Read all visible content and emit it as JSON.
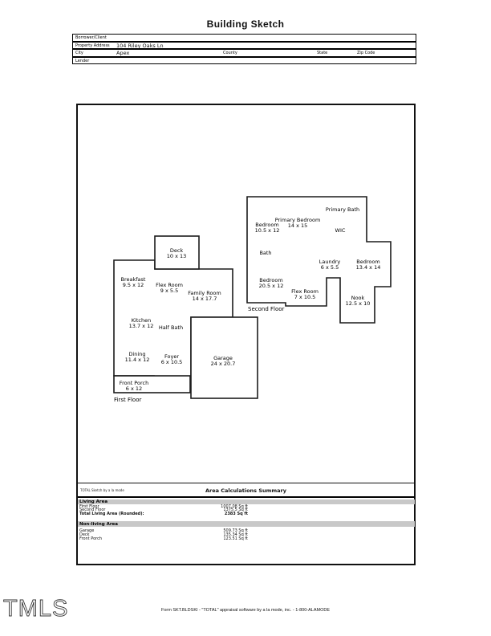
{
  "page_title": "Building Sketch",
  "form": {
    "borrower_label": "Borrower/Client",
    "property_label": "Property Address",
    "property_value": "104 Riley Oaks Ln",
    "city_label": "City",
    "city_value": "Apex",
    "county_label": "County",
    "state_label": "State",
    "zip_label": "Zip Code",
    "lender_label": "Lender"
  },
  "sketch": {
    "first_floor": {
      "label": "First Floor",
      "rooms": [
        {
          "name": "Deck",
          "dims": "10 x 13"
        },
        {
          "name": "Breakfast",
          "dims": "9.5 x 12"
        },
        {
          "name": "Flex Room",
          "dims": "9 x 5.5"
        },
        {
          "name": "Family Room",
          "dims": "14 x 17.7"
        },
        {
          "name": "Kitchen",
          "dims": "13.7 x 12"
        },
        {
          "name": "Half Bath",
          "dims": ""
        },
        {
          "name": "Dining",
          "dims": "11.4 x 12"
        },
        {
          "name": "Foyer",
          "dims": "6 x 10.5"
        },
        {
          "name": "Garage",
          "dims": "24 x 20.7"
        },
        {
          "name": "Front Porch",
          "dims": "6 x 12"
        }
      ]
    },
    "second_floor": {
      "label": "Second Floor",
      "rooms": [
        {
          "name": "Primary Bath",
          "dims": ""
        },
        {
          "name": "Primary Bedroom",
          "dims": "14 x 15"
        },
        {
          "name": "Bedroom",
          "dims": "10.5 x 12"
        },
        {
          "name": "WIC",
          "dims": ""
        },
        {
          "name": "Bath",
          "dims": ""
        },
        {
          "name": "Laundry",
          "dims": "6 x 5.5"
        },
        {
          "name": "Bedroom",
          "dims": "13.4 x 14"
        },
        {
          "name": "Bedroom",
          "dims": "20.5 x 12"
        },
        {
          "name": "Flex Room",
          "dims": "7 x 10.5"
        },
        {
          "name": "Nook",
          "dims": "12.5 x 10"
        }
      ]
    }
  },
  "summary": {
    "watermark": "TOTAL Sketch by a la mode",
    "title": "Area Calculations Summary",
    "living": {
      "header": "Living Area",
      "rows": [
        {
          "label": "First Floor",
          "value": "1007.08 Sq ft"
        },
        {
          "label": "Second Floor",
          "value": "1375.5 Sq ft"
        },
        {
          "label": "Total Living Area (Rounded):",
          "value": "2383 Sq ft"
        }
      ]
    },
    "nonliving": {
      "header": "Non-living Area",
      "rows": [
        {
          "label": "Garage",
          "value": "509.73 Sq ft"
        },
        {
          "label": "Deck",
          "value": "135.34 Sq ft"
        },
        {
          "label": "Front Porch",
          "value": "123.51 Sq ft"
        }
      ]
    }
  },
  "footer": {
    "logo": "TMLS",
    "form_line": "Form SKT.BLDSKI - \"TOTAL\" appraisal software by a la mode, inc. - 1-800-ALAMODE"
  },
  "colors": {
    "ink": "#111111",
    "section_bar": "#c8c8c8",
    "paper": "#ffffff"
  }
}
